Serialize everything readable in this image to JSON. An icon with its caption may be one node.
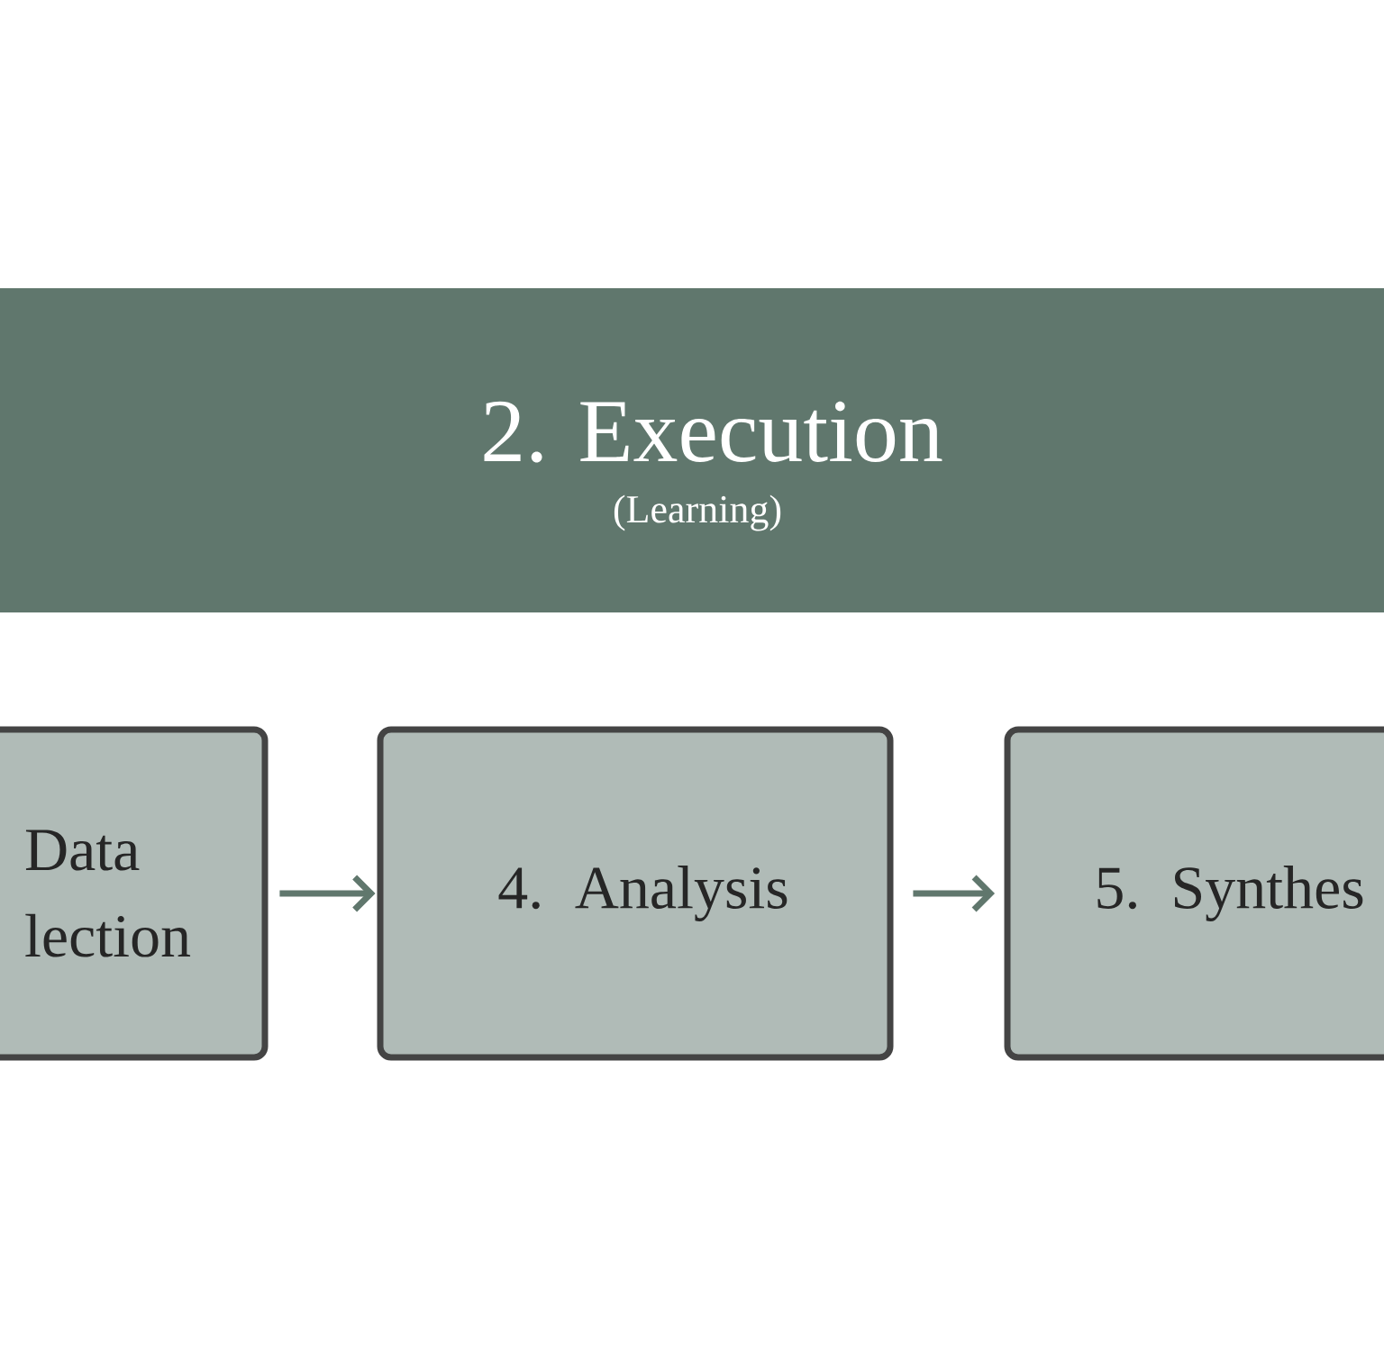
{
  "diagram": {
    "nodes": [
      {
        "text": [
          "2. Execution",
          "(Learning)"
        ]
      },
      {
        "text": [
          "Data lection"
        ]
      },
      {
        "text": [
          "4. Analysis"
        ]
      },
      {
        "text": [
          "5. Synthes"
        ]
      }
    ],
    "edges": [
      {
        "from": 1,
        "to": 2,
        "arrow": "to"
      },
      {
        "from": 2,
        "to": 3,
        "arrow": "to"
      }
    ]
  }
}
